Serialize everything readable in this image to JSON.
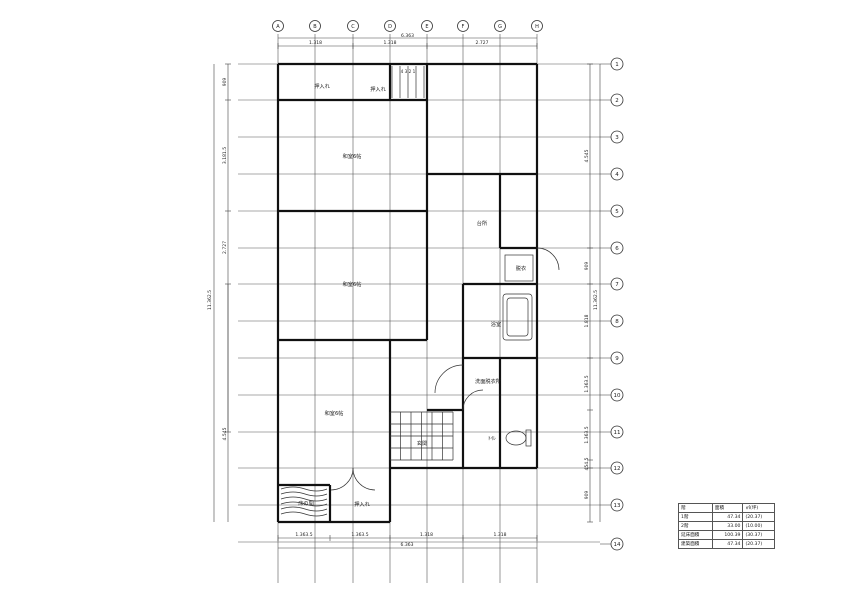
{
  "axis_top": [
    "A",
    "B",
    "C",
    "D",
    "E",
    "F",
    "G",
    "H"
  ],
  "axis_right": [
    "1",
    "2",
    "3",
    "4",
    "5",
    "6",
    "7",
    "8",
    "9",
    "10",
    "11",
    "12",
    "13",
    "14"
  ],
  "dims_top": {
    "total": "6.363",
    "spans": [
      "1.318",
      "1.318",
      "2.727"
    ]
  },
  "dims_bottom": {
    "total": "6.363",
    "spans": [
      "1.363.5",
      "1.363.5",
      "1.318",
      "1.318"
    ]
  },
  "dims_left": {
    "total": "11.362.5",
    "spans": [
      "909",
      "3.181.5",
      "2.727",
      "4.545"
    ]
  },
  "dims_right_outer": {
    "total": "11.362.5"
  },
  "dims_right_inner": {
    "spans": [
      "4.545",
      "909",
      "1.818",
      "1.363.5",
      "1.363.5",
      "454.5",
      "909"
    ]
  },
  "rooms": {
    "oshiire1": "押入れ",
    "oshiire2": "押入れ",
    "washitsu1": "和室6帖",
    "washitsu2": "和室6帖",
    "washitsu3": "和室6帖",
    "daidokoro": "台所",
    "yuubin": "脱衣",
    "yokushitsu": "浴室",
    "senmen": "洗面脱衣所",
    "genkan": "玄関",
    "toilet": "ﾄｲﾚ",
    "tokonoma": "床の間",
    "oshiire3": "押入れ",
    "stairs": "4 3 2 1"
  },
  "table": {
    "headers": [
      "階",
      "面積",
      "㎡(坪)"
    ],
    "rows": [
      [
        "1階",
        "47.34",
        "(20.37)"
      ],
      [
        "2階",
        "33.00",
        "(10.00)"
      ],
      [
        "延床面積",
        "100.39",
        "(30.37)"
      ],
      [
        "建築面積",
        "47.34",
        "(20.37)"
      ]
    ]
  }
}
